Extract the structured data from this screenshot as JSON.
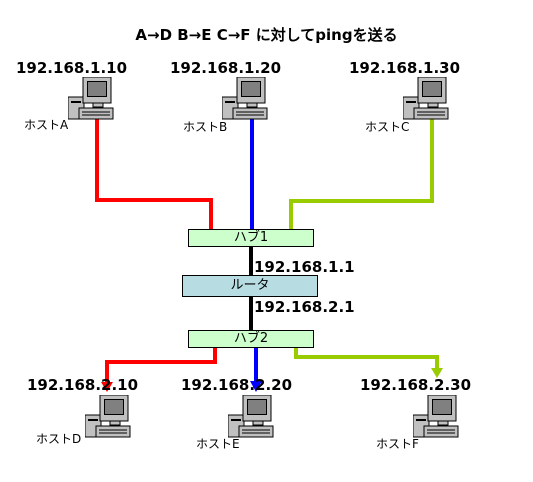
{
  "title": "A→D B→E C→F に対してpingを送る",
  "hosts": [
    {
      "id": "A",
      "ip": "192.168.1.10",
      "label": "ホストA"
    },
    {
      "id": "B",
      "ip": "192.168.1.20",
      "label": "ホストB"
    },
    {
      "id": "C",
      "ip": "192.168.1.30",
      "label": "ホストC"
    },
    {
      "id": "D",
      "ip": "192.168.2.10",
      "label": "ホストD"
    },
    {
      "id": "E",
      "ip": "192.168.2.20",
      "label": "ホストE"
    },
    {
      "id": "F",
      "ip": "192.168.2.30",
      "label": "ホストF"
    }
  ],
  "hub1": {
    "label": "ハブ1"
  },
  "hub2": {
    "label": "ハブ2"
  },
  "router": {
    "label": "ルータ",
    "ip_lan1": "192.168.1.1",
    "ip_lan2": "192.168.2.1"
  },
  "colors": {
    "red": "#ff0000",
    "blue": "#0000ff",
    "green": "#99cc00",
    "black": "#000000",
    "hub_fill": "#ccffcc",
    "router_fill": "#b7dde3"
  }
}
